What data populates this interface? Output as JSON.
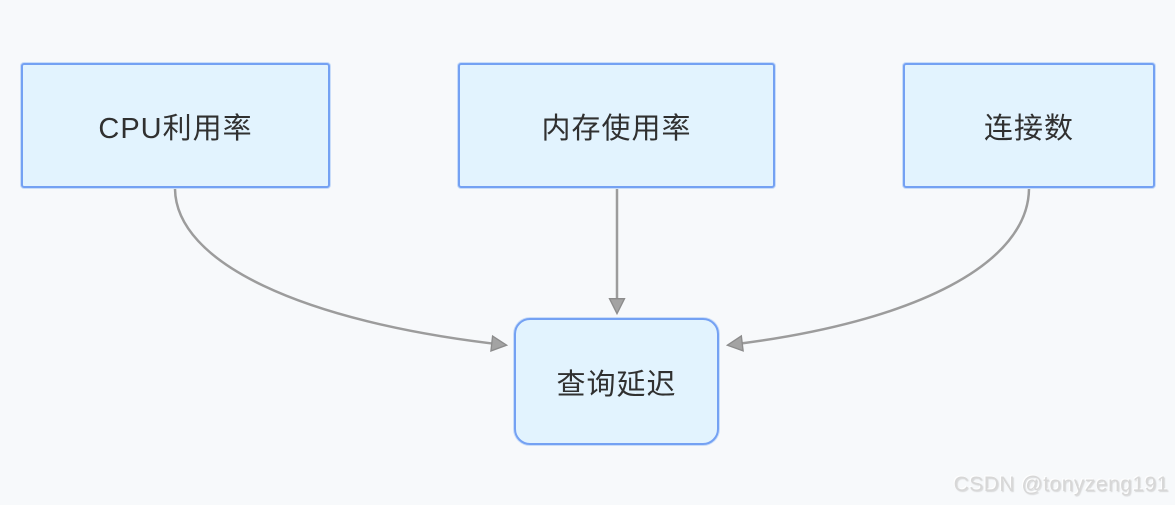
{
  "diagram": {
    "type": "flowchart",
    "background_color": "#f7f9fb",
    "node_fill_color": "#e2f3fe",
    "node_border_color": "#74a1f3",
    "node_label_color": "#303030",
    "arrow_color": "#9c9c9c",
    "nodes": [
      {
        "id": "cpu",
        "label": "CPU利用率",
        "shape": "rectangle"
      },
      {
        "id": "memory",
        "label": "内存使用率",
        "shape": "rectangle"
      },
      {
        "id": "connections",
        "label": "连接数",
        "shape": "rectangle"
      },
      {
        "id": "latency",
        "label": "查询延迟",
        "shape": "rounded-rectangle"
      }
    ],
    "edges": [
      {
        "from": "CPU利用率",
        "to": "查询延迟"
      },
      {
        "from": "内存使用率",
        "to": "查询延迟"
      },
      {
        "from": "连接数",
        "to": "查询延迟"
      }
    ]
  },
  "watermark": {
    "text": "CSDN @tonyzeng191",
    "color": "#d7d7d7"
  }
}
